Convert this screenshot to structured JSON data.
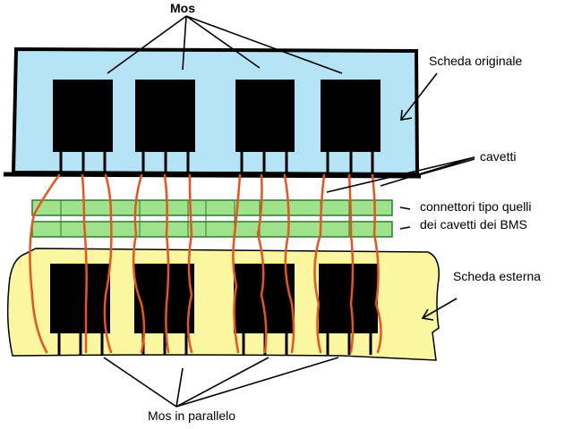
{
  "labels": {
    "mos": "Mos",
    "scheda_originale": "Scheda originale",
    "cavetti": "cavetti",
    "connettori_line1": "connettori tipo quelli",
    "connettori_line2": "dei cavetti dei BMS",
    "scheda_esterna": "Scheda esterna",
    "mos_parallelo": "Mos in parallelo"
  },
  "colors": {
    "original_board": "#b5e4f6",
    "external_board": "#fbf7a0",
    "connector": "#9ee28c",
    "connector_border": "#2f7a2f",
    "wire": "#e8541e",
    "mos_body": "#000000",
    "outline": "#000000"
  }
}
